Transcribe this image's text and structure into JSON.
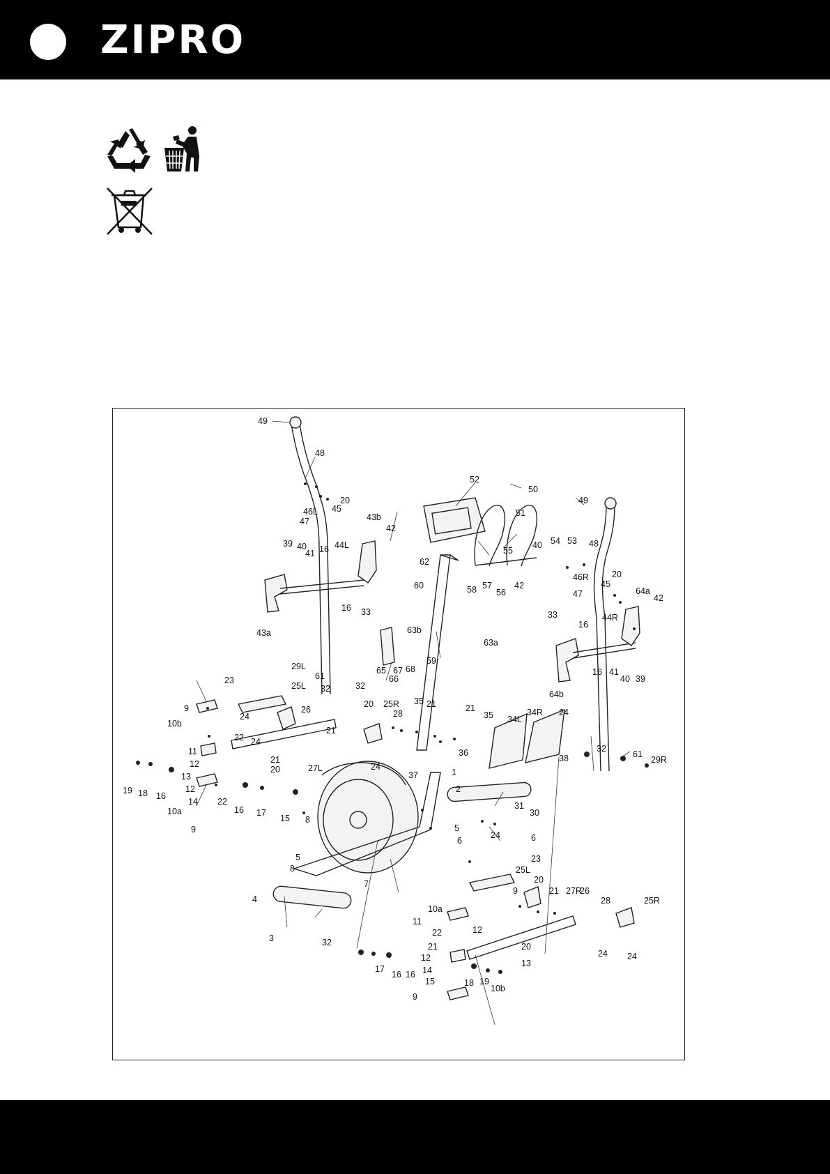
{
  "header": {
    "brand": "ZIPRO"
  },
  "icons": {
    "recycle": "recycle-icon",
    "dispose": "dispose-in-bin-icon",
    "weee": "crossed-out-wheelie-bin-icon"
  },
  "colors": {
    "band": "#000000",
    "background": "#ffffff",
    "line": "#222222"
  },
  "diagram": {
    "labels": [
      "49",
      "48",
      "46L",
      "45",
      "20",
      "47",
      "43b",
      "42",
      "39",
      "40",
      "41",
      "16",
      "44L",
      "43a",
      "16",
      "33",
      "52",
      "50",
      "51",
      "55",
      "40",
      "54",
      "53",
      "49",
      "48",
      "46R",
      "45",
      "20",
      "47",
      "64a",
      "42",
      "16",
      "44R",
      "62",
      "60",
      "58",
      "57",
      "56",
      "42",
      "63b",
      "63a",
      "33",
      "59",
      "65",
      "67",
      "66",
      "68",
      "16",
      "41",
      "40",
      "39",
      "64b",
      "29L",
      "23",
      "61",
      "25L",
      "32",
      "32",
      "26",
      "20",
      "25R",
      "28",
      "9",
      "10b",
      "22",
      "24",
      "11",
      "12",
      "21",
      "20",
      "27L",
      "13",
      "12",
      "14",
      "22",
      "19",
      "18",
      "16",
      "10a",
      "9",
      "16",
      "17",
      "15",
      "8",
      "24",
      "35",
      "21",
      "21",
      "35",
      "21",
      "36",
      "24",
      "34L",
      "34R",
      "24",
      "38",
      "37",
      "1",
      "2",
      "31",
      "30",
      "24",
      "6",
      "5",
      "6",
      "5",
      "8",
      "7",
      "4",
      "3",
      "32",
      "32",
      "61",
      "29R",
      "23",
      "25L",
      "20",
      "21",
      "27R",
      "26",
      "28",
      "25R",
      "24",
      "24",
      "9",
      "10a",
      "11",
      "22",
      "12",
      "21",
      "20",
      "13",
      "12",
      "14",
      "15",
      "17",
      "16",
      "16",
      "18",
      "19",
      "10b",
      "9"
    ]
  }
}
